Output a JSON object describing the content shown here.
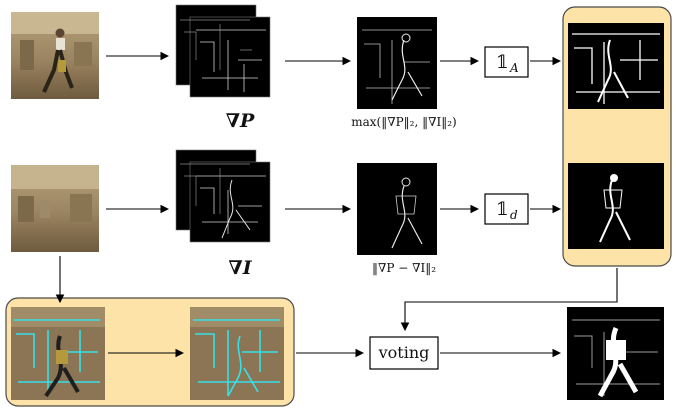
{
  "labels": {
    "grad_p": "∇P",
    "grad_i": "∇I",
    "max_norm": "max(‖∇P‖₂, ‖∇I‖₂)",
    "diff_norm": "‖∇P − ∇I‖₂",
    "indicator_a": "𝟙",
    "indicator_a_sub": "A",
    "indicator_d": "𝟙",
    "indicator_d_sub": "d",
    "voting": "voting"
  },
  "colors": {
    "highlight_fill": "#fde3a7",
    "highlight_stroke": "#4a4a4a",
    "edge_overlay": "#36e0e8",
    "room_wall": "#a58f6a",
    "room_floor": "#7a6547"
  }
}
